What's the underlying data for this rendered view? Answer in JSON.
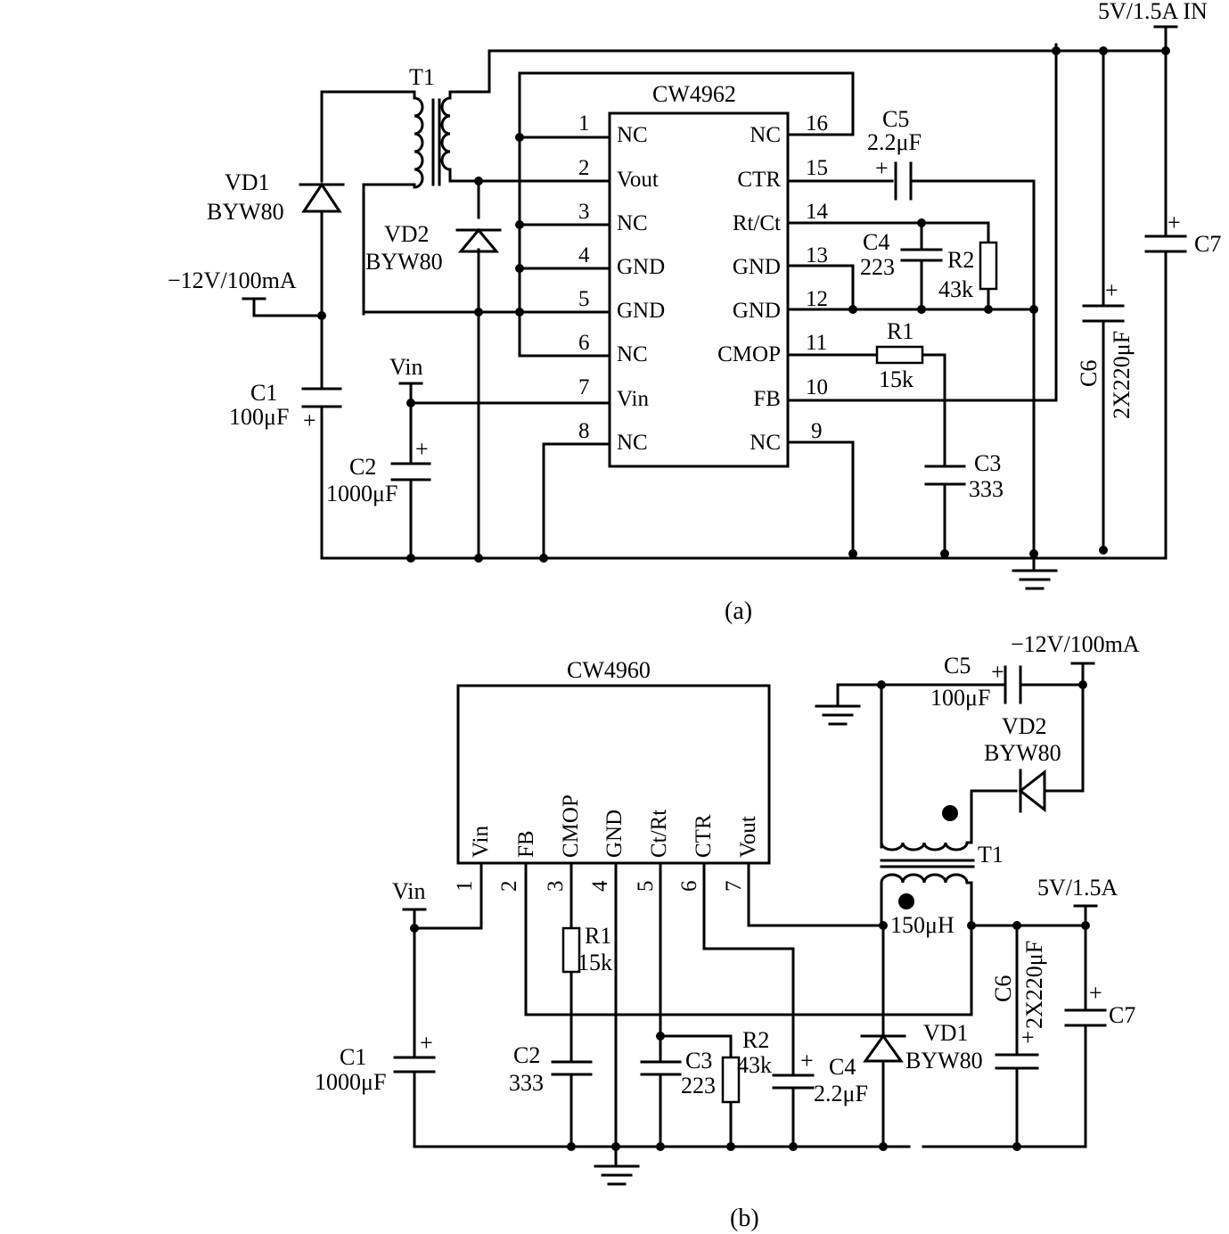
{
  "diagram_a": {
    "caption": "(a)",
    "ic": {
      "name": "CW4962",
      "left_pins": [
        {
          "num": "1",
          "label": "NC"
        },
        {
          "num": "2",
          "label": "Vout"
        },
        {
          "num": "3",
          "label": "NC"
        },
        {
          "num": "4",
          "label": "GND"
        },
        {
          "num": "5",
          "label": "GND"
        },
        {
          "num": "6",
          "label": "NC"
        },
        {
          "num": "7",
          "label": "Vin"
        },
        {
          "num": "8",
          "label": "NC"
        }
      ],
      "right_pins": [
        {
          "num": "16",
          "label": "NC"
        },
        {
          "num": "15",
          "label": "CTR"
        },
        {
          "num": "14",
          "label": "Rt/Ct"
        },
        {
          "num": "13",
          "label": "GND"
        },
        {
          "num": "12",
          "label": "GND"
        },
        {
          "num": "11",
          "label": "CMOP"
        },
        {
          "num": "10",
          "label": "FB"
        },
        {
          "num": "9",
          "label": "NC"
        }
      ]
    },
    "components": {
      "t1": "T1",
      "vd1": "VD1",
      "vd1_part": "BYW80",
      "vd2": "VD2",
      "vd2_part": "BYW80",
      "neg_supply": "−12V/100mA",
      "c1": "C1",
      "c1_value": "100μF",
      "c2": "C2",
      "c2_value": "1000μF",
      "vin": "Vin",
      "c5": "C5",
      "c5_value": "2.2μF",
      "c4": "C4",
      "c4_value": "223",
      "r2": "R2",
      "r2_value": "43k",
      "r1": "R1",
      "r1_value": "15k",
      "c3": "C3",
      "c3_value": "333",
      "c6": "C6",
      "c6_value": "2X220μF",
      "c7": "C7",
      "out_supply": "5V/1.5A IN",
      "plus": "+"
    }
  },
  "diagram_b": {
    "caption": "(b)",
    "ic": {
      "name": "CW4960",
      "pins": [
        {
          "num": "1",
          "label": "Vin"
        },
        {
          "num": "2",
          "label": "FB"
        },
        {
          "num": "3",
          "label": "CMOP"
        },
        {
          "num": "4",
          "label": "GND"
        },
        {
          "num": "5",
          "label": "Ct/Rt"
        },
        {
          "num": "6",
          "label": "CTR"
        },
        {
          "num": "7",
          "label": "Vout"
        }
      ]
    },
    "components": {
      "vin": "Vin",
      "c1": "C1",
      "c1_value": "1000μF",
      "r1": "R1",
      "r1_value": "15k",
      "c2": "C2",
      "c2_value": "333",
      "c3": "C3",
      "c3_value": "223",
      "r2": "R2",
      "r2_value": "43k",
      "c4": "C4",
      "c4_value": "2.2μF",
      "c5": "C5",
      "c5_value": "100μF",
      "neg_supply": "−12V/100mA",
      "vd2": "VD2",
      "vd2_part": "BYW80",
      "t1": "T1",
      "inductance": "150μH",
      "out_supply": "5V/1.5A",
      "vd1": "VD1",
      "vd1_part": "BYW80",
      "c6": "C6",
      "c6_value": "2X220μF",
      "c7": "C7",
      "plus": "+"
    }
  }
}
